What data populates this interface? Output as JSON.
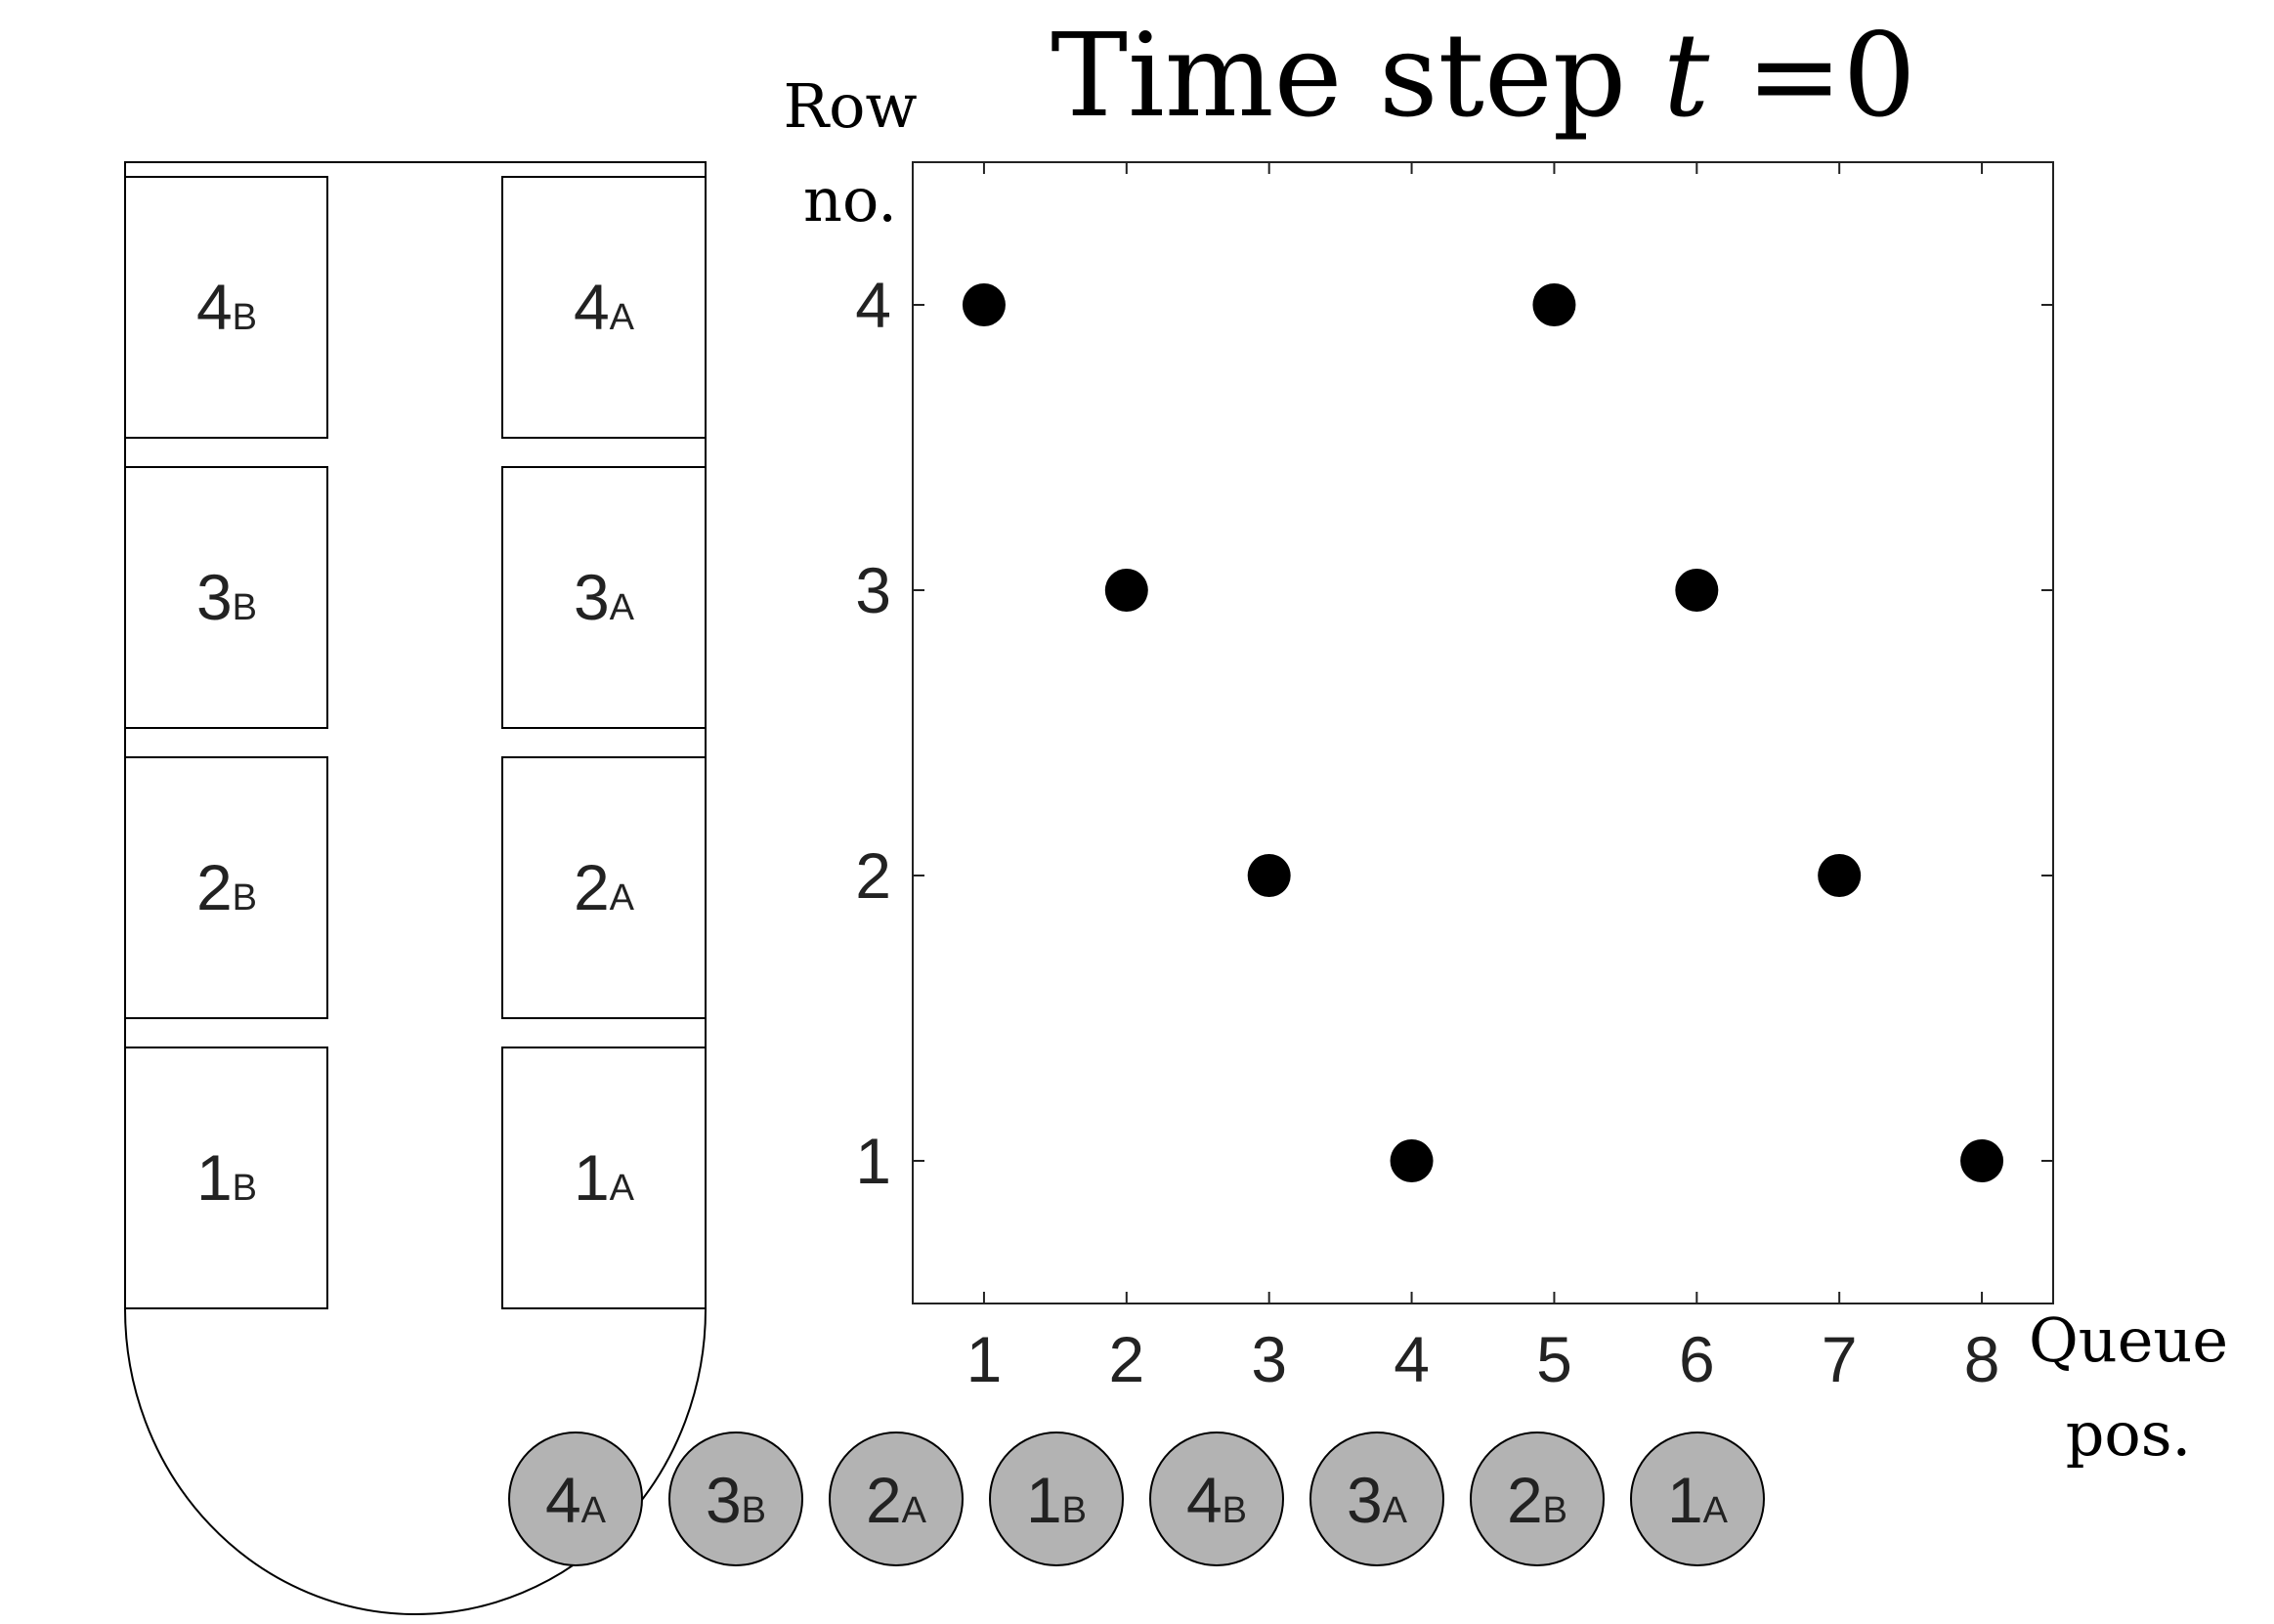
{
  "chart_data": {
    "type": "scatter",
    "title": "Time step t =0",
    "ylabel": "Row no.",
    "xlabel": "Queue pos.",
    "xlim": [
      0.5,
      8.5
    ],
    "ylim": [
      0.5,
      4.5
    ],
    "xticks": [
      1,
      2,
      3,
      4,
      5,
      6,
      7,
      8
    ],
    "yticks": [
      1,
      2,
      3,
      4
    ],
    "grid": false,
    "marker_color": "#000000",
    "points": [
      {
        "x": 1,
        "y": 4
      },
      {
        "x": 2,
        "y": 3
      },
      {
        "x": 3,
        "y": 2
      },
      {
        "x": 4,
        "y": 1
      },
      {
        "x": 5,
        "y": 4
      },
      {
        "x": 6,
        "y": 3
      },
      {
        "x": 7,
        "y": 2
      },
      {
        "x": 8,
        "y": 1
      }
    ]
  },
  "seat_map": {
    "left_column": [
      {
        "row": "4",
        "seat": "B"
      },
      {
        "row": "3",
        "seat": "B"
      },
      {
        "row": "2",
        "seat": "B"
      },
      {
        "row": "1",
        "seat": "B"
      }
    ],
    "right_column": [
      {
        "row": "4",
        "seat": "A"
      },
      {
        "row": "3",
        "seat": "A"
      },
      {
        "row": "2",
        "seat": "A"
      },
      {
        "row": "1",
        "seat": "A"
      }
    ]
  },
  "queue": {
    "fill_color": "#b3b3b3",
    "passengers": [
      {
        "row": "4",
        "seat": "A"
      },
      {
        "row": "3",
        "seat": "B"
      },
      {
        "row": "2",
        "seat": "A"
      },
      {
        "row": "1",
        "seat": "B"
      },
      {
        "row": "4",
        "seat": "B"
      },
      {
        "row": "3",
        "seat": "A"
      },
      {
        "row": "2",
        "seat": "B"
      },
      {
        "row": "1",
        "seat": "A"
      }
    ]
  }
}
